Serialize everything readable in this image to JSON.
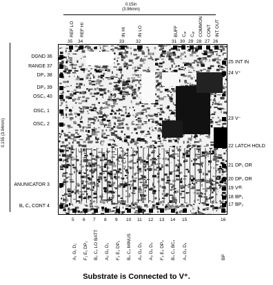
{
  "dimensions": {
    "top_line1": "0.15in",
    "top_line2": "(3.96mm)",
    "left_line1": "0.155",
    "left_line2": "(3.94mm)"
  },
  "top_pins": [
    {
      "num": "35",
      "label": "REF LO"
    },
    {
      "num": "34",
      "label": "REF HI"
    },
    {
      "num": "33",
      "label": "IN HI"
    },
    {
      "num": "32",
      "label": "IN LO"
    },
    {
      "num": "31",
      "label": "BUFF"
    },
    {
      "num": "30",
      "label": "Cₐᵣ"
    },
    {
      "num": "29",
      "label": "Cₐᵣ"
    },
    {
      "num": "28",
      "label": "COMMON"
    },
    {
      "num": "27",
      "label": "CONT"
    },
    {
      "num": "26",
      "label": "INT OUT"
    }
  ],
  "left_pins": [
    {
      "label": "DGND",
      "num": "36"
    },
    {
      "label": "RANGE",
      "num": "37"
    },
    {
      "label": "DP₂",
      "num": "38"
    },
    {
      "label": "DP₃",
      "num": "39"
    },
    {
      "label": "OSC₃",
      "num": "40"
    },
    {
      "label": "OSC₁",
      "num": "1"
    },
    {
      "label": "OSC₂",
      "num": "2"
    },
    {
      "label": "ANUNICATOR",
      "num": "3"
    },
    {
      "label": "B₁ C₁ CONT",
      "num": "4"
    }
  ],
  "right_pins": [
    {
      "num": "25",
      "label": "INT IN"
    },
    {
      "num": "24",
      "label": "V⁺"
    },
    {
      "num": "23",
      "label": "V⁻"
    },
    {
      "num": "22",
      "label": "LATCH HOLD"
    },
    {
      "num": "21",
      "label": "DP₁ OR"
    },
    {
      "num": "20",
      "label": "DP₁ OR"
    },
    {
      "num": "19",
      "label": "Vᵈᴵᴸ"
    },
    {
      "num": "18",
      "label": "BP₁"
    },
    {
      "num": "17",
      "label": "BP₂"
    }
  ],
  "bottom_pins": [
    {
      "num": "5",
      "label": "A₁ G₁ D₁"
    },
    {
      "num": "6",
      "label": "F₁ E₁ DP₁"
    },
    {
      "num": "7",
      "label": "B₂ C₂ LO BATT"
    },
    {
      "num": "8",
      "label": "A₂ G₂ D₂"
    },
    {
      "num": "9",
      "label": "F₂ E₂ DP₂"
    },
    {
      "num": "10",
      "label": "B₃ C₃ MINUS"
    },
    {
      "num": "11",
      "label": "A₃ G₃ D₃"
    },
    {
      "num": "12",
      "label": "A₃ G₃ D₃"
    },
    {
      "num": "13",
      "label": "F₃ E₃ DP₃"
    },
    {
      "num": "14",
      "label": "B₄ C₄ BC₄"
    },
    {
      "num": "15",
      "label": "A₄ G₄ D₄"
    },
    {
      "num": "16",
      "label": "BP"
    }
  ],
  "caption": "Substrate is Connected to V⁺."
}
